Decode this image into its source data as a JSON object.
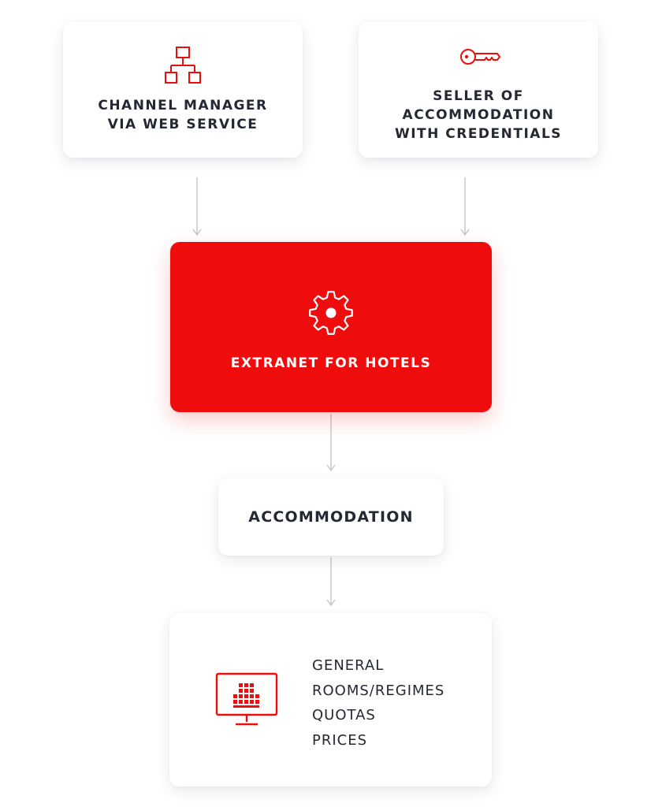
{
  "colors": {
    "accent": "#ee0c0c",
    "text": "#232833",
    "arrow": "#c8c8c8",
    "card_background": "#ffffff"
  },
  "nodes": {
    "channel_manager": {
      "label": "CHANNEL MANAGER\nVIA WEB SERVICE",
      "icon": "hierarchy-icon"
    },
    "seller": {
      "label": "SELLER OF\nACCOMMODATION\nWITH CREDENTIALS",
      "icon": "key-icon"
    },
    "extranet": {
      "label": "EXTRANET FOR HOTELS",
      "icon": "gear-icon"
    },
    "accommodation": {
      "label": "ACCOMMODATION"
    },
    "modules": {
      "icon": "monitor-building-icon",
      "items": [
        "GENERAL",
        "ROOMS/REGIMES",
        "QUOTAS",
        "PRICES"
      ]
    }
  },
  "edges": [
    {
      "from": "channel_manager",
      "to": "extranet"
    },
    {
      "from": "seller",
      "to": "extranet"
    },
    {
      "from": "extranet",
      "to": "accommodation"
    },
    {
      "from": "accommodation",
      "to": "modules"
    }
  ]
}
